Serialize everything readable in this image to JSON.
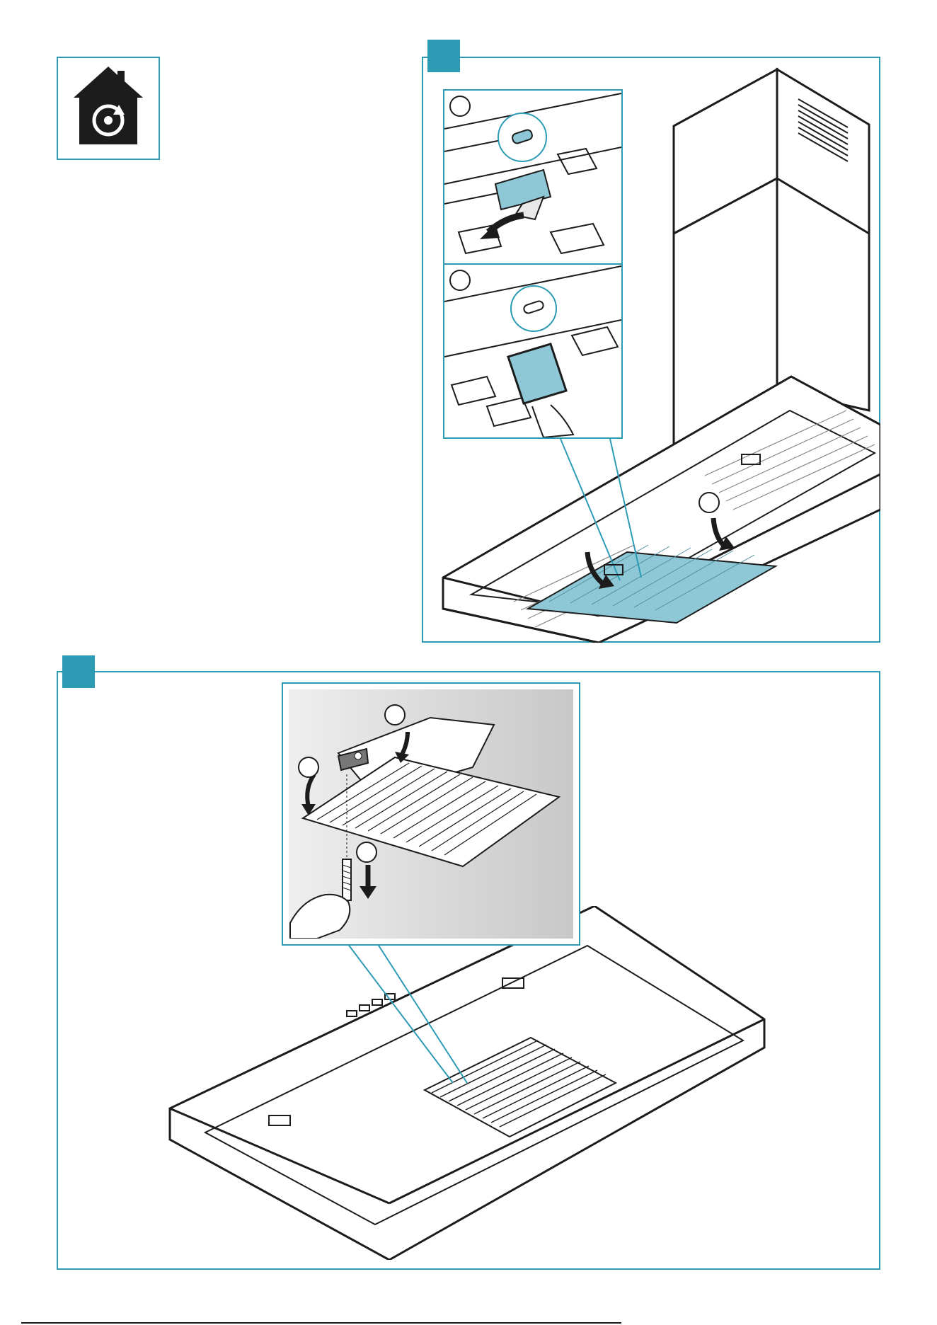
{
  "page": {
    "background": "#ffffff"
  },
  "colors": {
    "frame": "#2e9bb5",
    "badge": "#2e9bb5",
    "filter": "#8ec8d6",
    "ink": "#1c1c1c"
  },
  "icons": {
    "header": "home-recycle-icon"
  },
  "steps": [
    {
      "id": "a",
      "label": "",
      "parts": [
        "pad-remove",
        "pad-attach",
        "filter-insert"
      ]
    },
    {
      "id": "b",
      "label": "",
      "parts": [
        "bracket",
        "latch",
        "screw"
      ]
    }
  ]
}
